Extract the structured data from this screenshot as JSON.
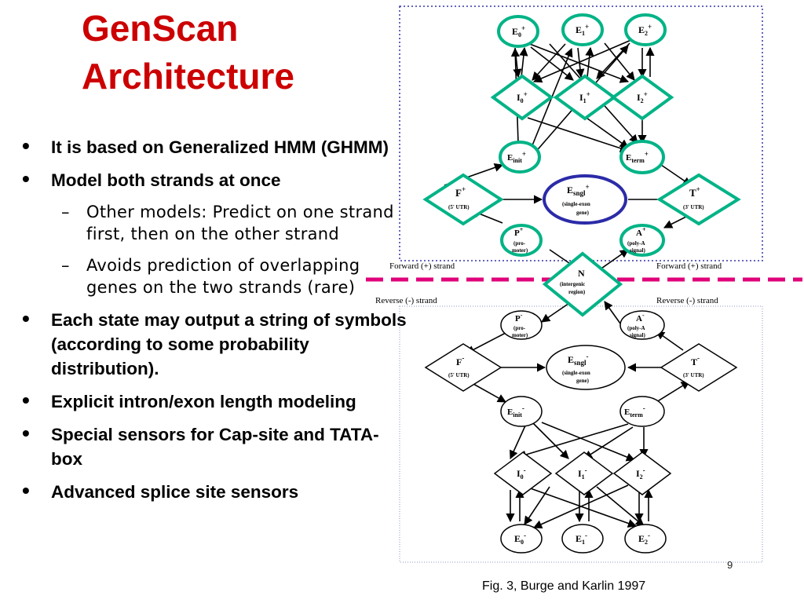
{
  "slide": {
    "title_line1": "GenScan",
    "title_line2": "Architecture",
    "page_number": "9",
    "caption": "Fig. 3, Burge and Karlin 1997"
  },
  "bullets": [
    {
      "level": 1,
      "text": "It is based on Generalized HMM (GHMM)"
    },
    {
      "level": 1,
      "text": "Model both strands at once"
    },
    {
      "level": 2,
      "text": "Other models: Predict on one strand first, then on the other strand"
    },
    {
      "level": 2,
      "text": "Avoids prediction of overlapping genes on the two strands (rare)"
    },
    {
      "level": 1,
      "text": "Each state may output a string of symbols (according to some probability distribution)."
    },
    {
      "level": 1,
      "text": "Explicit intron/exon length modeling"
    },
    {
      "level": 1,
      "text": "Special sensors for Cap-site and TATA-box"
    },
    {
      "level": 1,
      "text": "Advanced splice site sensors"
    }
  ],
  "diagram": {
    "strand_labels": {
      "forward_left": "Forward (+) strand",
      "forward_right": "Forward (+) strand",
      "reverse_left": "Reverse (-) strand",
      "reverse_right": "Reverse (-) strand"
    },
    "colors": {
      "highlight": "#00b386",
      "single_exon": "#2b2ba8",
      "divider": "#e0007a",
      "box_border": "#3333aa"
    },
    "forward": {
      "E0": {
        "main": "E",
        "sub": "0",
        "sup": "+"
      },
      "E1": {
        "main": "E",
        "sub": "1",
        "sup": "+"
      },
      "E2": {
        "main": "E",
        "sub": "2",
        "sup": "+"
      },
      "I0": {
        "main": "I",
        "sub": "0",
        "sup": "+"
      },
      "I1": {
        "main": "I",
        "sub": "1",
        "sup": "+"
      },
      "I2": {
        "main": "I",
        "sub": "2",
        "sup": "+"
      },
      "Einit": {
        "main": "E",
        "sub": "init",
        "sup": "+"
      },
      "Eterm": {
        "main": "E",
        "sub": "term",
        "sup": "+"
      },
      "F": {
        "main": "F",
        "sup": "+",
        "note": "(5' UTR)"
      },
      "T": {
        "main": "T",
        "sup": "+",
        "note": "(3' UTR)"
      },
      "Esngl": {
        "main": "E",
        "sub": "sngl",
        "sup": "+",
        "note1": "(single-exon",
        "note2": "gene)"
      },
      "P": {
        "main": "P",
        "sup": "+",
        "note1": "(pro-",
        "note2": "moter)"
      },
      "A": {
        "main": "A",
        "sup": "+",
        "note1": "(poly-A",
        "note2": "signal)"
      }
    },
    "N": {
      "main": "N",
      "note1": "(intergenic",
      "note2": "region)"
    },
    "reverse": {
      "P": {
        "main": "P",
        "sup": "-",
        "note1": "(pro-",
        "note2": "moter)"
      },
      "A": {
        "main": "A",
        "sup": "-",
        "note1": "(poly-A",
        "note2": "signal)"
      },
      "F": {
        "main": "F",
        "sup": "-",
        "note": "(5' UTR)"
      },
      "T": {
        "main": "T",
        "sup": "-",
        "note": "(3' UTR)"
      },
      "Esngl": {
        "main": "E",
        "sub": "sngl",
        "sup": "-",
        "note1": "(single-exon",
        "note2": "gene)"
      },
      "Einit": {
        "main": "E",
        "sub": "init",
        "sup": "-"
      },
      "Eterm": {
        "main": "E",
        "sub": "term",
        "sup": "-"
      },
      "I0": {
        "main": "I",
        "sub": "0",
        "sup": "-"
      },
      "I1": {
        "main": "I",
        "sub": "1",
        "sup": "-"
      },
      "I2": {
        "main": "I",
        "sub": "2",
        "sup": "-"
      },
      "E0": {
        "main": "E",
        "sub": "0",
        "sup": "-"
      },
      "E1": {
        "main": "E",
        "sub": "1",
        "sup": "-"
      },
      "E2": {
        "main": "E",
        "sub": "2",
        "sup": "-"
      }
    }
  }
}
